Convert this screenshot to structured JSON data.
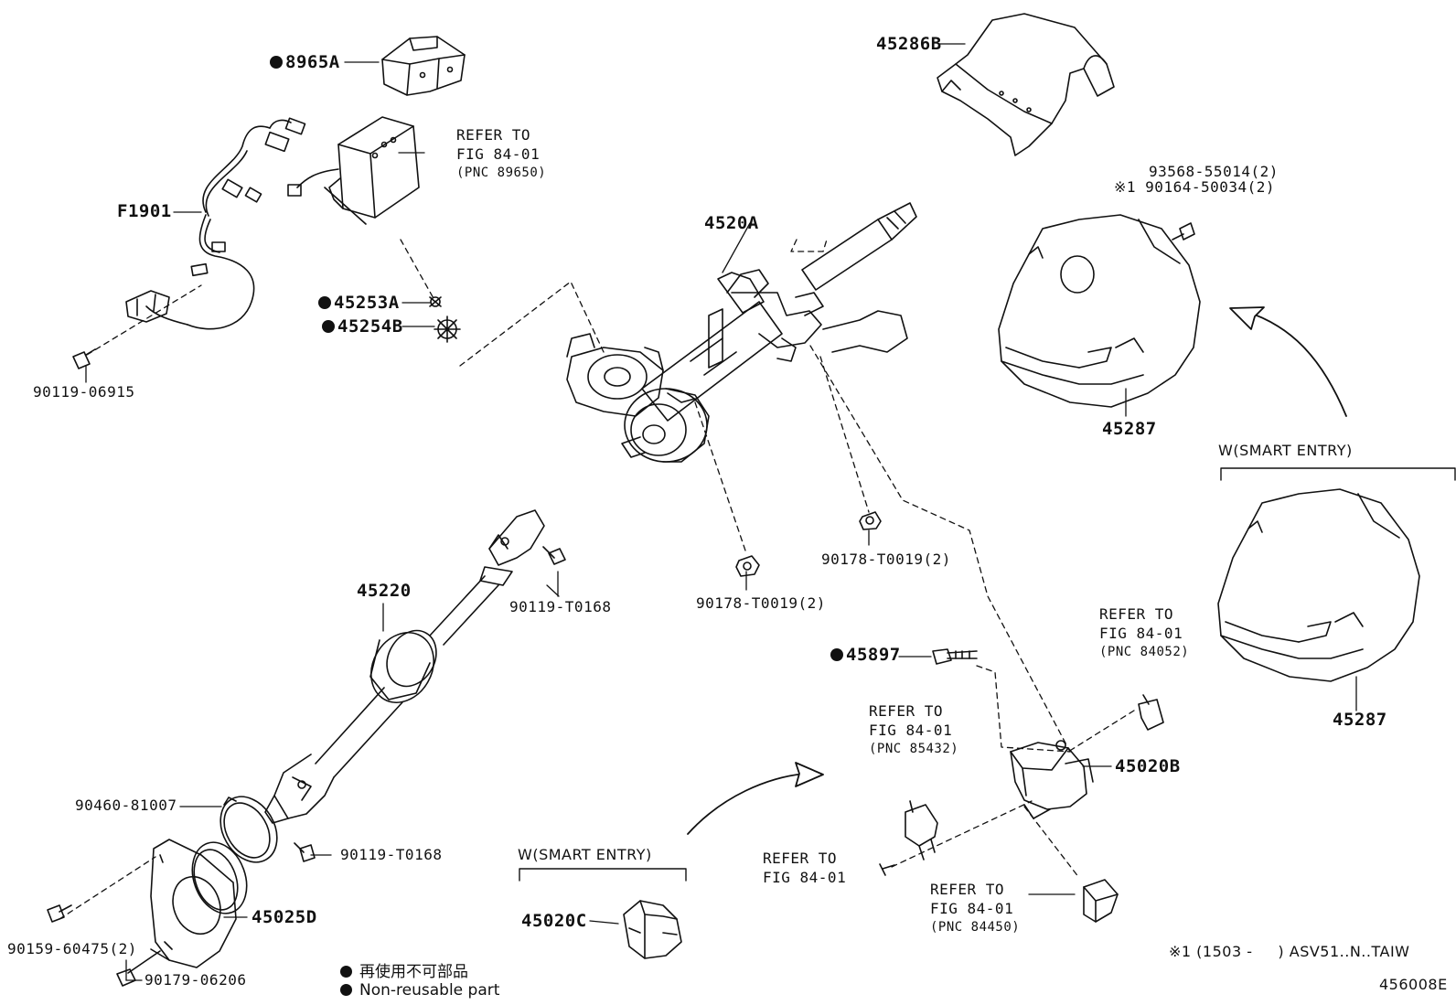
{
  "parts": {
    "p8965A": "8965A",
    "pF1901": "F1901",
    "p45253A": "45253A",
    "p45254B": "45254B",
    "p90119_06915": "90119-06915",
    "p4520A": "4520A",
    "p45286B": "45286B",
    "p93568": "93568-55014(2)",
    "p90164": "※1 90164-50034(2)",
    "p45287a": "45287",
    "p45287b": "45287",
    "p45220": "45220",
    "p90119_T0168a": "90119-T0168",
    "p90119_T0168b": "90119-T0168",
    "p90178a": "90178-T0019(2)",
    "p90178b": "90178-T0019(2)",
    "p45897": "45897",
    "p45020B": "45020B",
    "p45020C": "45020C",
    "p90460": "90460-81007",
    "p45025D": "45025D",
    "p90159": "90159-60475(2)",
    "p90179": "90179-06206"
  },
  "refs": {
    "r89650": {
      "l1": "REFER TO",
      "l2": "FIG 84-01",
      "l3": "(PNC 89650)"
    },
    "r84052": {
      "l1": "REFER TO",
      "l2": "FIG 84-01",
      "l3": "(PNC 84052)"
    },
    "r85432": {
      "l1": "REFER TO",
      "l2": "FIG 84-01",
      "l3": "(PNC 85432)"
    },
    "r8401": {
      "l1": "REFER TO",
      "l2": "FIG 84-01"
    },
    "r84450": {
      "l1": "REFER TO",
      "l2": "FIG 84-01",
      "l3": "(PNC 84450)"
    }
  },
  "groups": {
    "smart_entry_right": "W(SMART ENTRY)",
    "smart_entry_bottom": "W(SMART ENTRY)"
  },
  "legend": {
    "jp": "再使用不可部品",
    "en": "Non-reusable part"
  },
  "footnote": "※1 (1503 -     ) ASV51..N..TAIW",
  "figure_id": "456008E"
}
